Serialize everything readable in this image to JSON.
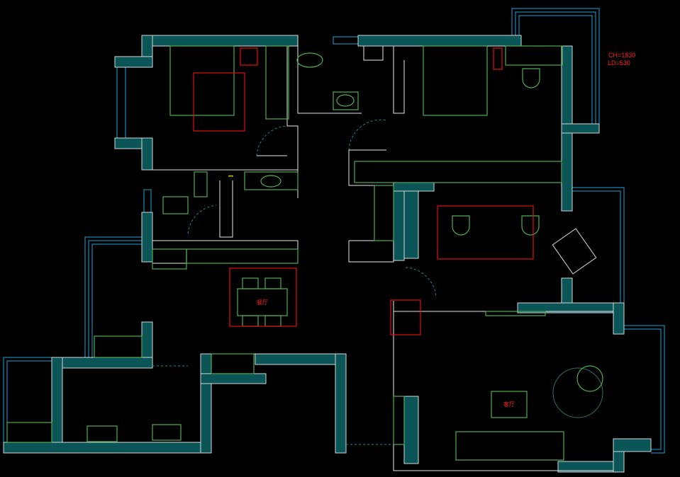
{
  "annotations": {
    "ceiling_height": "CH=1830",
    "ld": "LD=530",
    "dining_label": "餐厅",
    "living_label": "客厅",
    "small_mark": "***"
  },
  "colors": {
    "wall_fill": "#0b5557",
    "window": "#1aa3d8",
    "furniture": "#4fae4f",
    "annotation": "#e01010"
  }
}
